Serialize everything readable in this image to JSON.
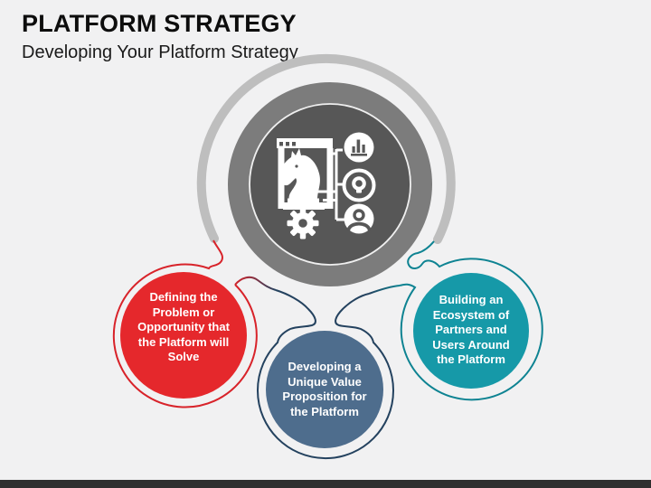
{
  "slide": {
    "title": "PLATFORM STRATEGY",
    "subtitle": "Developing Your Platform Strategy",
    "background_color": "#F1F1F2",
    "title_color": "#0D0D0D",
    "footer_bar_color": "#2F2F2F"
  },
  "diagram": {
    "center": {
      "icon": "platform-strategy-knight-icon",
      "icon_parts": [
        "browser-window",
        "chess-knight",
        "gear",
        "bar-chart-badge",
        "lightbulb-badge",
        "user-badge"
      ],
      "outer_arc_color": "#BEBEBE",
      "ring_color": "#7C7C7C",
      "inner_color": "#575757",
      "icon_color": "#FFFFFF"
    },
    "nodes": [
      {
        "id": "red",
        "fill": "#E5282C",
        "outline": "#D8232A",
        "text": "Defining the Problem or Opportunity that the Platform will Solve",
        "lines": [
          "Defining the",
          "Problem or",
          "Opportunity that",
          "the Platform will",
          "Solve"
        ]
      },
      {
        "id": "slate",
        "fill": "#4E6D8D",
        "outline": "#24425F",
        "text": "Developing a Unique Value Proposition for the Platform",
        "lines": [
          "Developing a",
          "Unique Value",
          "Proposition for",
          "the Platform"
        ]
      },
      {
        "id": "teal",
        "fill": "#1699A8",
        "outline": "#0E8392",
        "text": "Building an Ecosystem of Partners and Users Around the Platform",
        "lines": [
          "Building an",
          "Ecosystem of",
          "Partners and",
          "Users Around",
          "the Platform"
        ]
      }
    ]
  }
}
